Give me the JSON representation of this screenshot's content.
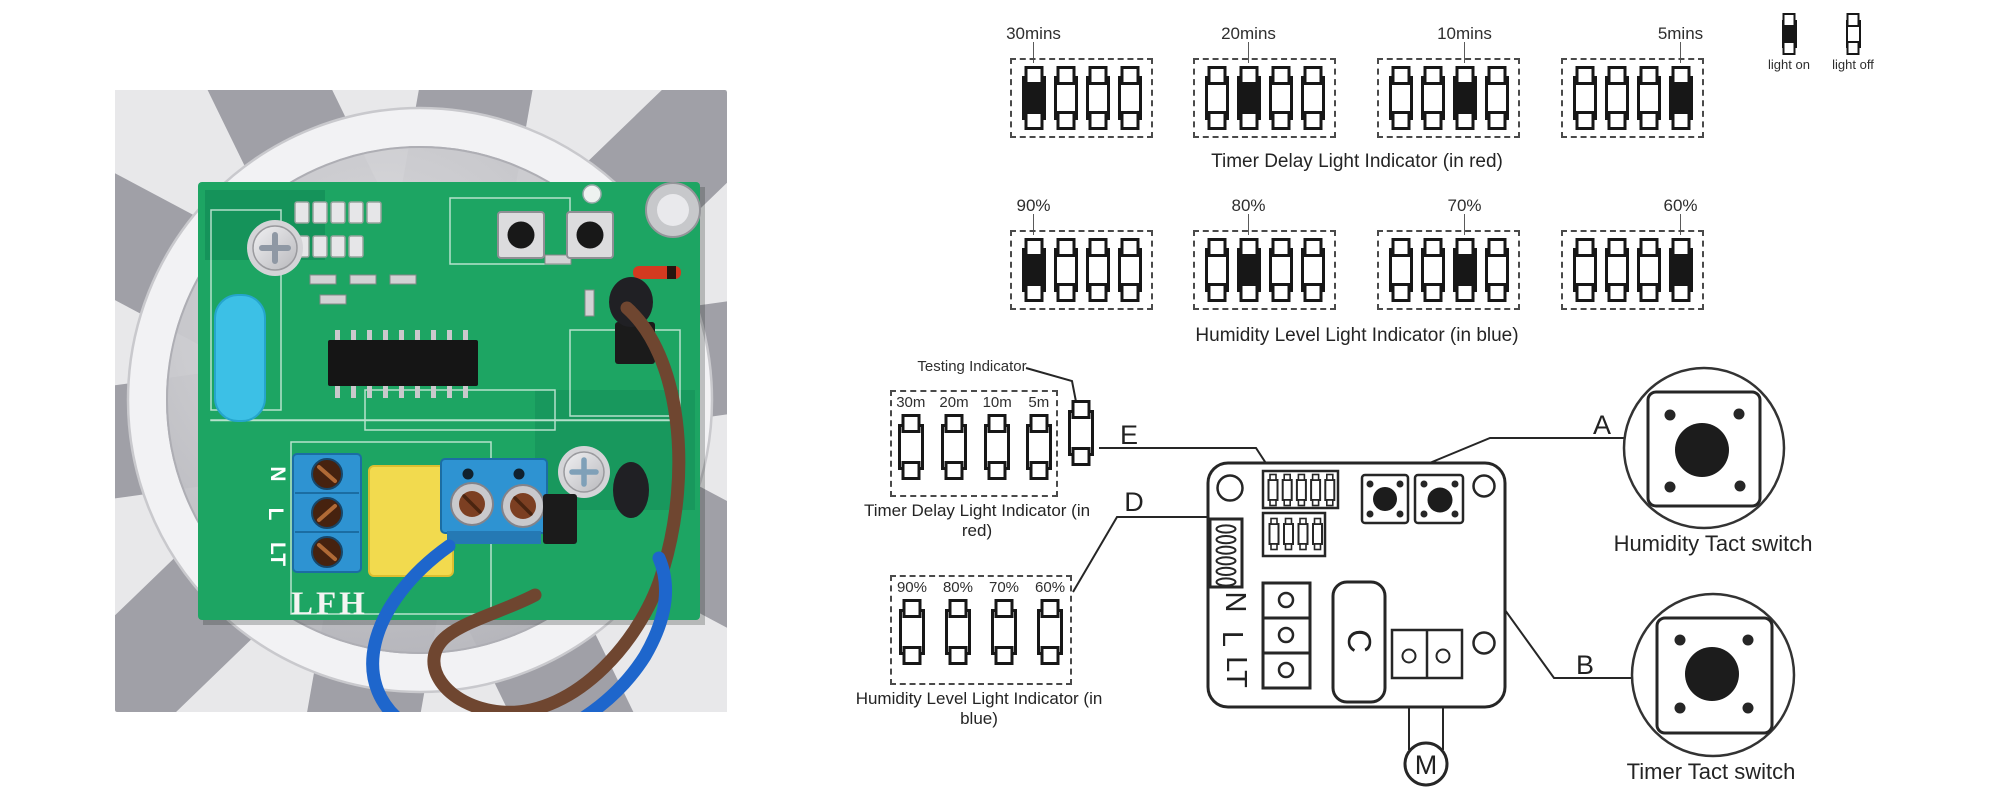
{
  "photo": {
    "brand": "LFH",
    "terminal_labels": [
      "N",
      "L",
      "LT"
    ],
    "colors": {
      "pcb_green": "#1da563",
      "terminal_blue": "#2e93d2",
      "capacitor_yellow": "#f2da4e",
      "capacitor_cyan": "#3cc0e6",
      "wire_brown": "#6f4630",
      "wire_blue": "#1e66cc"
    }
  },
  "legend": {
    "on_label": "light on",
    "off_label": "light off"
  },
  "indicator_rows": [
    {
      "caption": "Timer Delay Light Indicator (in red)",
      "groups": [
        {
          "label": "30mins",
          "on": 0
        },
        {
          "label": "20mins",
          "on": 1
        },
        {
          "label": "10mins",
          "on": 2
        },
        {
          "label": "5mins",
          "on": 3
        }
      ]
    },
    {
      "caption": "Humidity Level Light Indicator (in blue)",
      "groups": [
        {
          "label": "90%",
          "on": 0
        },
        {
          "label": "80%",
          "on": 1
        },
        {
          "label": "70%",
          "on": 2
        },
        {
          "label": "60%",
          "on": 3
        }
      ]
    }
  ],
  "testing_panel": {
    "title": "Testing Indicator",
    "led_labels": [
      "30m",
      "20m",
      "10m",
      "5m"
    ],
    "caption": "Timer Delay Light Indicator (in red)"
  },
  "humidity_panel": {
    "led_labels": [
      "90%",
      "80%",
      "70%",
      "60%"
    ],
    "caption": "Humidity Level Light Indicator (in blue)"
  },
  "schematic": {
    "pointer_labels": {
      "a": "A",
      "b": "B",
      "d": "D",
      "e": "E"
    },
    "component_labels": {
      "motor": "M",
      "capacitor": "C",
      "n": "N",
      "l": "L",
      "lt": "LT"
    },
    "humidity_switch_caption": "Humidity Tact switch",
    "timer_switch_caption": "Timer Tact switch"
  }
}
